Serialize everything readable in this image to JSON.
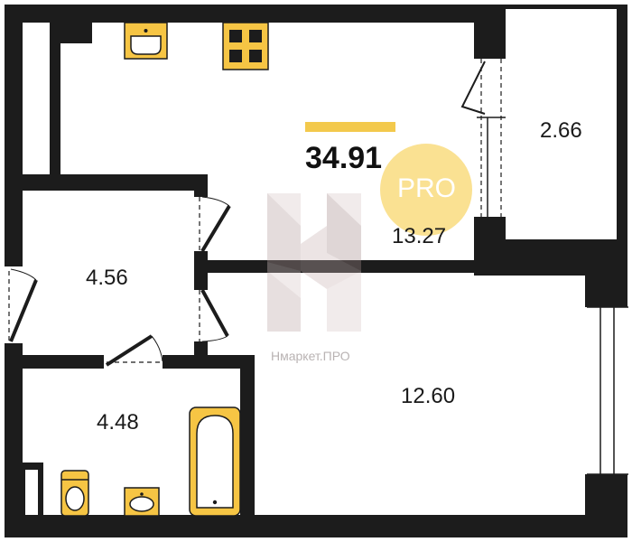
{
  "plan": {
    "total_area": "34.91",
    "rooms": [
      {
        "id": "kitchen",
        "area": "13.27"
      },
      {
        "id": "balcony",
        "area": "2.66"
      },
      {
        "id": "hallway",
        "area": "4.56"
      },
      {
        "id": "bathroom",
        "area": "4.48"
      },
      {
        "id": "bedroom",
        "area": "12.60"
      }
    ]
  },
  "badge": {
    "label": "PRO"
  },
  "watermark": {
    "text": "Нмаркет.ПРО"
  },
  "colors": {
    "wall": "#1c1c1c",
    "fixture_fill": "#f6c544",
    "accent_bar": "#f3c94c",
    "badge_circle": "#f9dc7f",
    "watermark": "#b9b3b3"
  }
}
